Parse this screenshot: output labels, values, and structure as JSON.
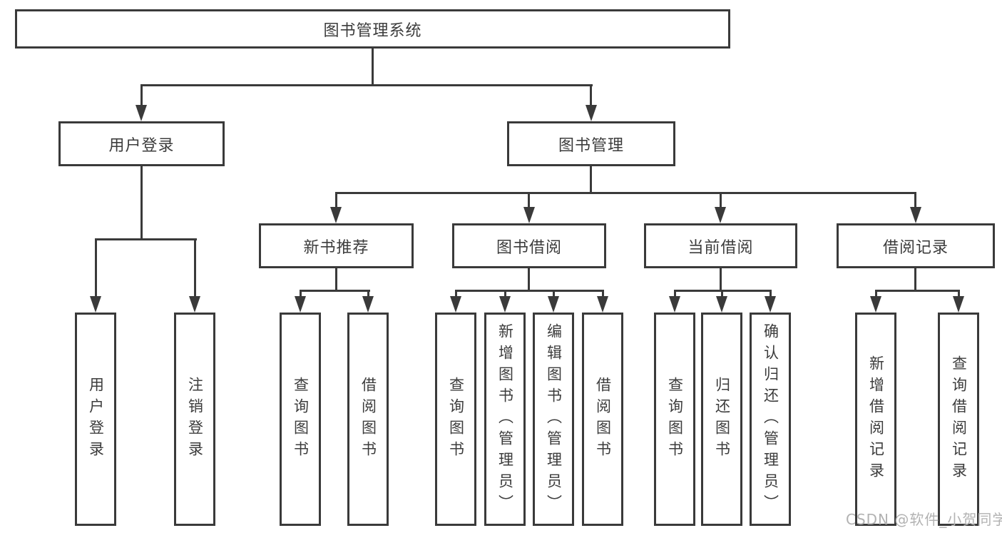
{
  "tree": {
    "root": {
      "label": "图书管理系统"
    },
    "level2": [
      {
        "label": "用户登录"
      },
      {
        "label": "图书管理"
      }
    ],
    "level3": [
      {
        "label": "新书推荐"
      },
      {
        "label": "图书借阅"
      },
      {
        "label": "当前借阅"
      },
      {
        "label": "借阅记录"
      }
    ],
    "leaves": {
      "login": [
        "用户登录",
        "注销登录"
      ],
      "new_books": [
        "查询图书",
        "借阅图书"
      ],
      "book_borrow": [
        "查询图书",
        "新增图书（管理员）",
        "编辑图书（管理员）",
        "借阅图书"
      ],
      "current_borrow": [
        "查询图书",
        "归还图书",
        "确认归还（管理员）"
      ],
      "borrow_records": [
        "新增借阅记录",
        "查询借阅记录"
      ]
    }
  },
  "watermark": "CSDN @软件_小贺同学",
  "colors": {
    "line": "#3a3a3a",
    "text": "#3c3c3c",
    "background": "#ffffff",
    "watermark": "#b2b2b2"
  }
}
